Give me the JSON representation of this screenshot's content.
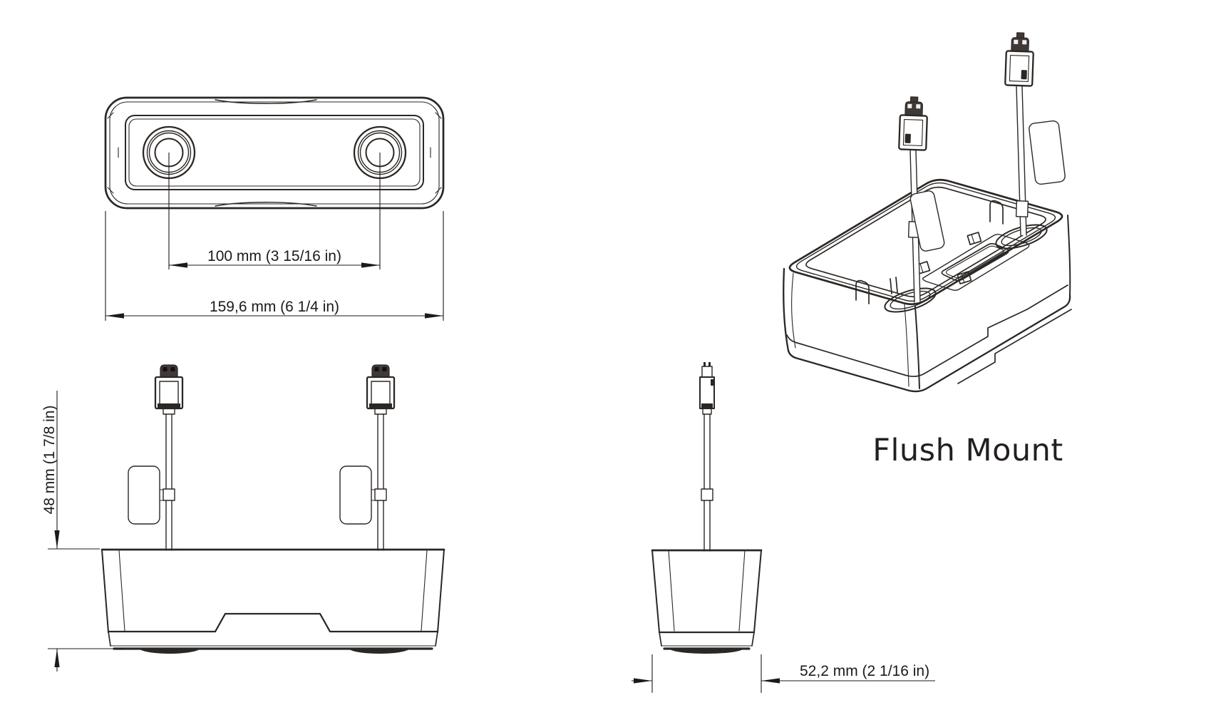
{
  "drawing": {
    "product_label": "Flush Mount",
    "dimensions": {
      "baseline": "100 mm (3 15/16 in)",
      "width": "159,6 mm (6 1/4 in)",
      "height": "48 mm (1 7/8 in)",
      "depth": "52,2 mm (2 1/16 in)"
    },
    "icons": {
      "usb_connector": "mini-usb-connector-icon",
      "camera_lens": "lens-icon",
      "cable_tag": "cable-label-tag"
    },
    "colors": {
      "line": "#2b2724",
      "text": "#1c1a1a",
      "title_text": "#231f20",
      "connector": "#3f3a37",
      "background": "#ffffff"
    }
  }
}
